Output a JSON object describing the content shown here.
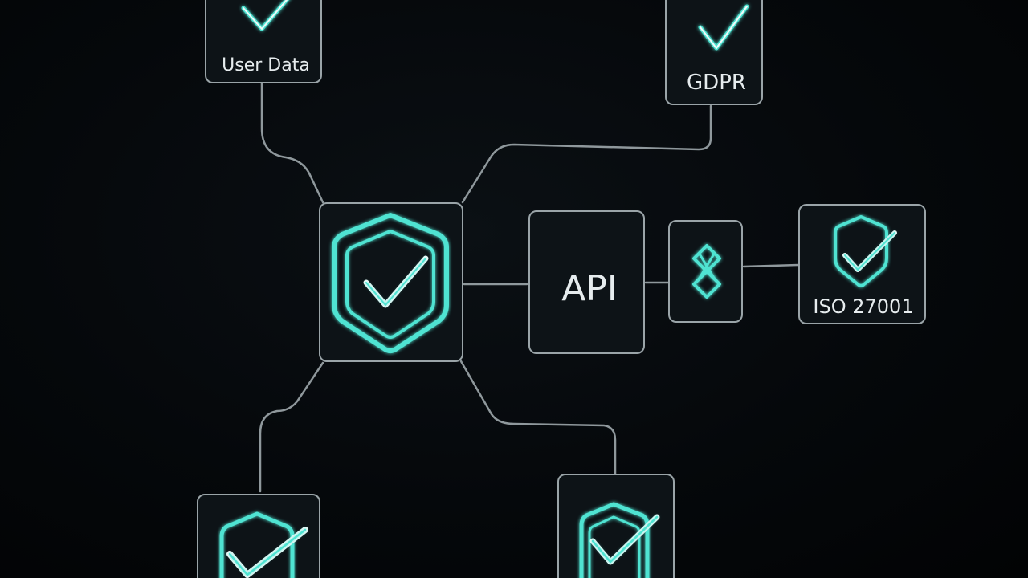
{
  "nodes": {
    "user_data": {
      "label": "User Data"
    },
    "gdpr": {
      "label": "GDPR"
    },
    "api": {
      "label": "API"
    },
    "iso": {
      "label": "ISO 27001"
    }
  },
  "colors": {
    "accent": "#4fe3d2",
    "connector": "#8f989c",
    "box_border": "#9aa4a8",
    "background": "#05080b"
  },
  "icons": {
    "hub": "shield-check-icon",
    "user_data": "check-icon",
    "gdpr": "check-icon",
    "integration": "link-chain-icon",
    "iso": "shield-check-icon",
    "bottom_left": "shield-check-icon",
    "bottom_right": "shield-check-icon"
  }
}
